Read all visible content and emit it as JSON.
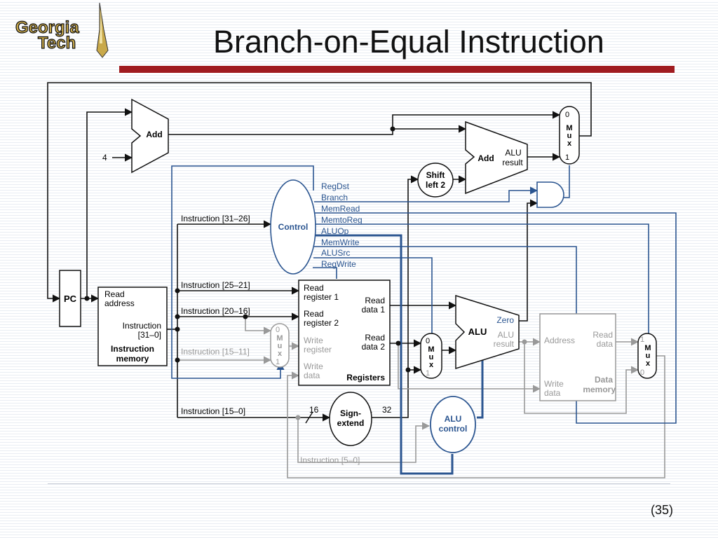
{
  "slide": {
    "title": "Branch-on-Equal Instruction",
    "page_number": "(35)"
  },
  "logo": {
    "line1": "Georgia",
    "line2": "Tech"
  },
  "colors": {
    "control_blue": "#2b5590",
    "title_bar": "#a01c20",
    "inactive_gray": "#999999"
  },
  "diagram": {
    "pc": "PC",
    "four": "4",
    "adder": "Add",
    "branch_adder": {
      "name": "Add",
      "alu": "ALU",
      "result": "result"
    },
    "shift": {
      "line1": "Shift",
      "line2": "left 2"
    },
    "control": "Control",
    "control_signals": [
      "RegDst",
      "Branch",
      "MemRead",
      "MemtoReg",
      "ALUOp",
      "MemWrite",
      "ALUSrc",
      "RegWrite"
    ],
    "instruction_memory": {
      "read": "Read",
      "address": "address",
      "instruction": "Instruction",
      "bits": "[31–0]",
      "name1": "Instruction",
      "name2": "memory"
    },
    "instruction_fields": {
      "f31_26": "Instruction [31–26]",
      "f25_21": "Instruction [25–21]",
      "f20_16": "Instruction [20–16]",
      "f15_11": "Instruction [15–11]",
      "f15_0": "Instruction [15–0]",
      "f5_0": "Instruction [5–0]"
    },
    "registers": {
      "read_register_1": [
        "Read",
        "register 1"
      ],
      "read_register_2": [
        "Read",
        "register 2"
      ],
      "write_register": [
        "Write",
        "register"
      ],
      "write_data": [
        "Write",
        "data"
      ],
      "read_data_1": [
        "Read",
        "data 1"
      ],
      "read_data_2": [
        "Read",
        "data 2"
      ],
      "name": "Registers"
    },
    "mux_letters": [
      "M",
      "u",
      "x"
    ],
    "mux_zero": "0",
    "mux_one": "1",
    "alu": {
      "name": "ALU",
      "zero": "Zero",
      "result_line1": "ALU",
      "result_line2": "result"
    },
    "alu_control": {
      "line1": "ALU",
      "line2": "control"
    },
    "sign_extend": {
      "line1": "Sign-",
      "line2": "extend",
      "in_bits": "16",
      "out_bits": "32"
    },
    "data_memory": {
      "address": "Address",
      "read": "Read",
      "data": "data",
      "write": "Write",
      "write_data": "data",
      "name1": "Data",
      "name2": "memory"
    }
  }
}
